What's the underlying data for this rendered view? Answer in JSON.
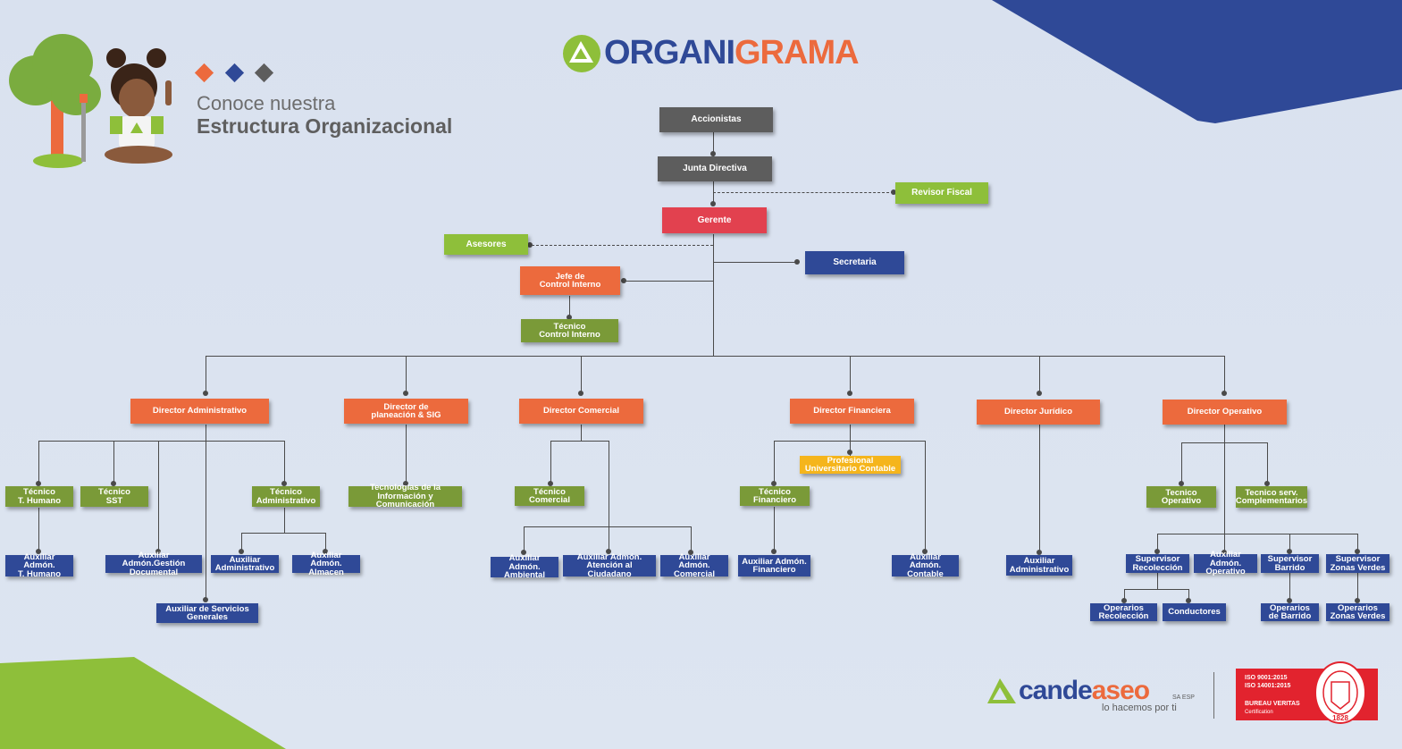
{
  "header": {
    "title_part1": "ORGANI",
    "title_part2": "GRAMA",
    "subtitle_line1": "Conoce nuestra",
    "subtitle_line2": "Estructura Organizacional"
  },
  "nodes": {
    "accionistas": "Accionistas",
    "junta": "Junta Directiva",
    "revisor": "Revisor Fiscal",
    "gerente": "Gerente",
    "asesores": "Asesores",
    "secretaria": "Secretaria",
    "jefe_control_1": "Jefe de",
    "jefe_control_2": "Control Interno",
    "tec_control_1": "Técnico",
    "tec_control_2": "Control Interno",
    "dir_admin": "Director Administrativo",
    "dir_plan_1": "Director de",
    "dir_plan_2": "planeación & SIG",
    "dir_comercial": "Director Comercial",
    "dir_fin": "Director Financiera",
    "dir_jur": "Director Jurídico",
    "dir_op": "Director Operativo",
    "tec_th_1": "Técnico",
    "tec_th_2": "T. Humano",
    "tec_sst_1": "Técnico",
    "tec_sst_2": "SST",
    "tec_adm_1": "Técnico",
    "tec_adm_2": "Administrativo",
    "aux_th_1": "Auxiliar Admón.",
    "aux_th_2": "T. Humano",
    "aux_gd_1": "Auxiliar Admón.Gestión",
    "aux_gd_2": "Documental",
    "aux_adm_1": "Auxiliar",
    "aux_adm_2": "Administrativo",
    "aux_alm_1": "Auxiliar Admón.",
    "aux_alm_2": "Almacen",
    "aux_sg_1": "Auxiliar de Servicios",
    "aux_sg_2": "Generales",
    "tic_1": "Tecnologías de la",
    "tic_2": "Información y Comunicación",
    "tec_com_1": "Técnico",
    "tec_com_2": "Comercial",
    "aux_amb_1": "Auxiliar Admón.",
    "aux_amb_2": "Ambiental",
    "aux_aten_1": "Auxiliar Admón.",
    "aux_aten_2": "Atención al Ciudadano",
    "aux_comer_1": "Auxiliar Admón.",
    "aux_comer_2": "Comercial",
    "prof_cont_1": "Profesional",
    "prof_cont_2": "Universitario Contable",
    "tec_fin_1": "Técnico",
    "tec_fin_2": "Financiero",
    "aux_fin_1": "Auxiliar Admón.",
    "aux_fin_2": "Financiero",
    "aux_cont_1": "Auxiliar Admón.",
    "aux_cont_2": "Contable",
    "aux_jur_1": "Auxiliar",
    "aux_jur_2": "Administrativo",
    "tec_op_1": "Tecnico",
    "tec_op_2": "Operativo",
    "tec_serv_1": "Tecnico serv.",
    "tec_serv_2": "Complementarios",
    "sup_rec_1": "Supervisor",
    "sup_rec_2": "Recolección",
    "aux_op_1": "Auxiliar Admón.",
    "aux_op_2": "Operativo",
    "sup_bar_1": "Supervisor",
    "sup_bar_2": "Barrido",
    "sup_zv_1": "Supervisor",
    "sup_zv_2": "Zonas Verdes",
    "op_rec_1": "Operarios",
    "op_rec_2": "Recolección",
    "conductores": "Conductores",
    "op_bar_1": "Operarios",
    "op_bar_2": "de Barrido",
    "op_zv_1": "Operarios",
    "op_zv_2": "Zonas Verdes"
  },
  "footer": {
    "brand_part1": "cande",
    "brand_part2": "aseo",
    "brand_suffix": "SA ESP",
    "tagline": "lo hacemos por ti",
    "iso1": "ISO 9001:2015",
    "iso2": "ISO 14001:2015",
    "cert_name": "BUREAU VERITAS",
    "cert_sub": "Certification",
    "seal_year": "1828"
  },
  "colors": {
    "gray": "#5d5d5d",
    "red": "#e2414f",
    "green": "#8ebf3a",
    "orange": "#ec6a3d",
    "olive": "#7a9a38",
    "navy": "#2f4997",
    "yellow": "#f5b51c"
  }
}
